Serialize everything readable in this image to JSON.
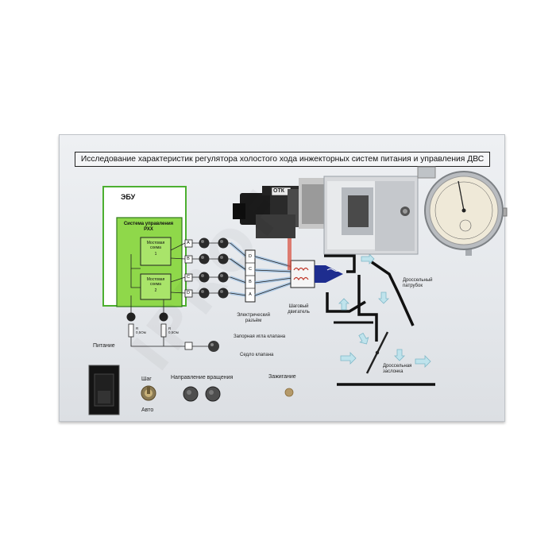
{
  "panel": {
    "title": "Исследование характеристик регулятора холостого хода инжекторных систем питания и управления ДВС",
    "ecu_label": "ЭБУ",
    "system_label": "Система управления РХХ",
    "bridge1_line1": "Мостовая",
    "bridge1_line2": "схема",
    "bridge1_num": "1",
    "bridge2_line1": "Мостовая",
    "bridge2_line2": "схема",
    "bridge2_num": "2",
    "resistor1_line1": "R",
    "resistor1_line2": "0,5Ом",
    "resistor2_line1": "R",
    "resistor2_line2": "0,5Ом",
    "connector_letters": [
      "D",
      "C",
      "B",
      "A"
    ],
    "ecu_pins": [
      "A",
      "B",
      "C",
      "D"
    ],
    "electric_connector_line1": "Электрический",
    "electric_connector_line2": "разъём",
    "stepper_motor_line1": "Шаговый",
    "stepper_motor_line2": "двигатель",
    "valve_needle": "Запорная игла клапана",
    "valve_seat": "Седло клапана",
    "throttle_pipe_line1": "Дроссельный",
    "throttle_pipe_line2": "патрубок",
    "throttle_valve_line1": "Дроссельная",
    "throttle_valve_line2": "заслонка",
    "otk_label": "ОТК",
    "power_label": "Питание",
    "step_label": "Шаг",
    "auto_label": "Авто",
    "rotation_label": "Направление вращения",
    "ignition_label": "Зажигание"
  },
  "watermark_text": "IPROF"
}
